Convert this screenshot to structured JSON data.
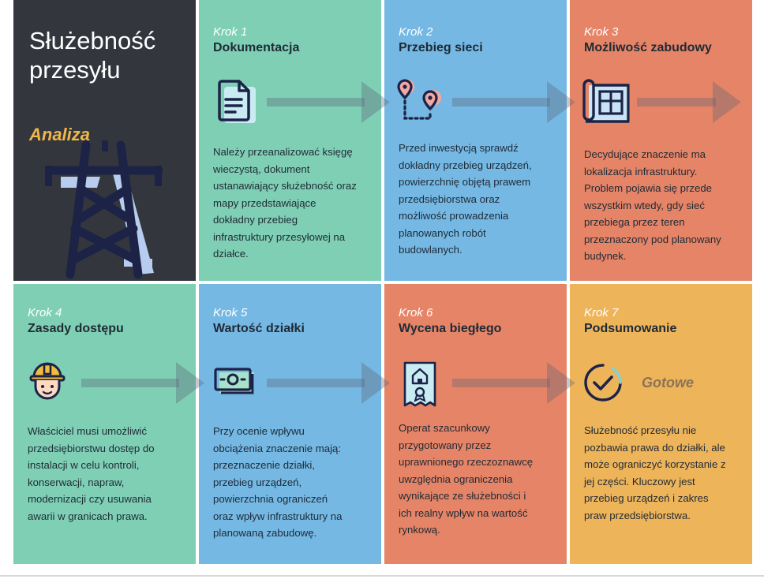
{
  "header": {
    "title_line1": "Służebność",
    "title_line2": "przesyłu",
    "subtitle": "Analiza"
  },
  "colors": {
    "dark": "#33373d",
    "green": "#7fcfb4",
    "blue": "#74b8e3",
    "orange": "#e58466",
    "yellow": "#eeb45a",
    "navy": "#1c2347",
    "arrow": "#5b6275",
    "accent_gold": "#f0b64a"
  },
  "steps": [
    {
      "number": "Krok 1",
      "title": "Dokumentacja",
      "icon": "document-icon",
      "lines": [
        "Należy przeanalizować księgę",
        "wieczystą, dokument",
        "ustanawiający służebność oraz",
        "mapy przedstawiające",
        "dokładny przebieg",
        "infrastruktury przesyłowej na",
        "działce."
      ]
    },
    {
      "number": "Krok 2",
      "title": "Przebieg sieci",
      "icon": "route-pins-icon",
      "lines": [
        "Przed inwestycją sprawdź",
        "dokładny przebieg urządzeń,",
        "powierzchnię objętą prawem",
        "przedsiębiorstwa oraz",
        "możliwość prowadzenia",
        "planowanych robót",
        "budowlanych."
      ]
    },
    {
      "number": "Krok 3",
      "title": "Możliwość zabudowy",
      "icon": "blueprint-icon",
      "lines": [
        "Decydujące znaczenie ma",
        "lokalizacja infrastruktury.",
        "Problem pojawia się przede",
        "wszystkim wtedy, gdy sieć",
        "przebiega przez teren",
        "przeznaczony pod planowany",
        "budynek."
      ]
    },
    {
      "number": "Krok 4",
      "title": "Zasady dostępu",
      "icon": "worker-helmet-icon",
      "lines": [
        "Właściciel musi umożliwić",
        "przedsiębiorstwu dostęp do",
        "instalacji w celu kontroli,",
        "konserwacji, napraw,",
        "modernizacji czy usuwania",
        "awarii w granicach prawa."
      ]
    },
    {
      "number": "Krok 5",
      "title": "Wartość działki",
      "icon": "banknote-icon",
      "lines": [
        "Przy ocenie wpływu",
        "obciążenia znaczenie mają:",
        "przeznaczenie działki,",
        "przebieg urządzeń,",
        "powierzchnia ograniczeń",
        "oraz wpływ infrastruktury na",
        "planowaną zabudowę."
      ]
    },
    {
      "number": "Krok 6",
      "title": "Wycena biegłego",
      "icon": "appraisal-certificate-icon",
      "lines": [
        "Operat szacunkowy",
        "przygotowany przez",
        "uprawnionego rzeczoznawcę",
        "uwzględnia ograniczenia",
        "wynikające ze służebności i",
        "ich realny wpływ na wartość",
        "rynkową."
      ]
    },
    {
      "number": "Krok 7",
      "title": "Podsumowanie",
      "icon": "check-circle-icon",
      "badge": "Gotowe",
      "lines": [
        "Służebność przesyłu nie",
        "pozbawia prawa do działki, ale",
        "może ograniczyć korzystanie z",
        "jej części. Kluczowy jest",
        "przebieg urządzeń i zakres",
        "praw przedsiębiorstwa."
      ]
    }
  ]
}
